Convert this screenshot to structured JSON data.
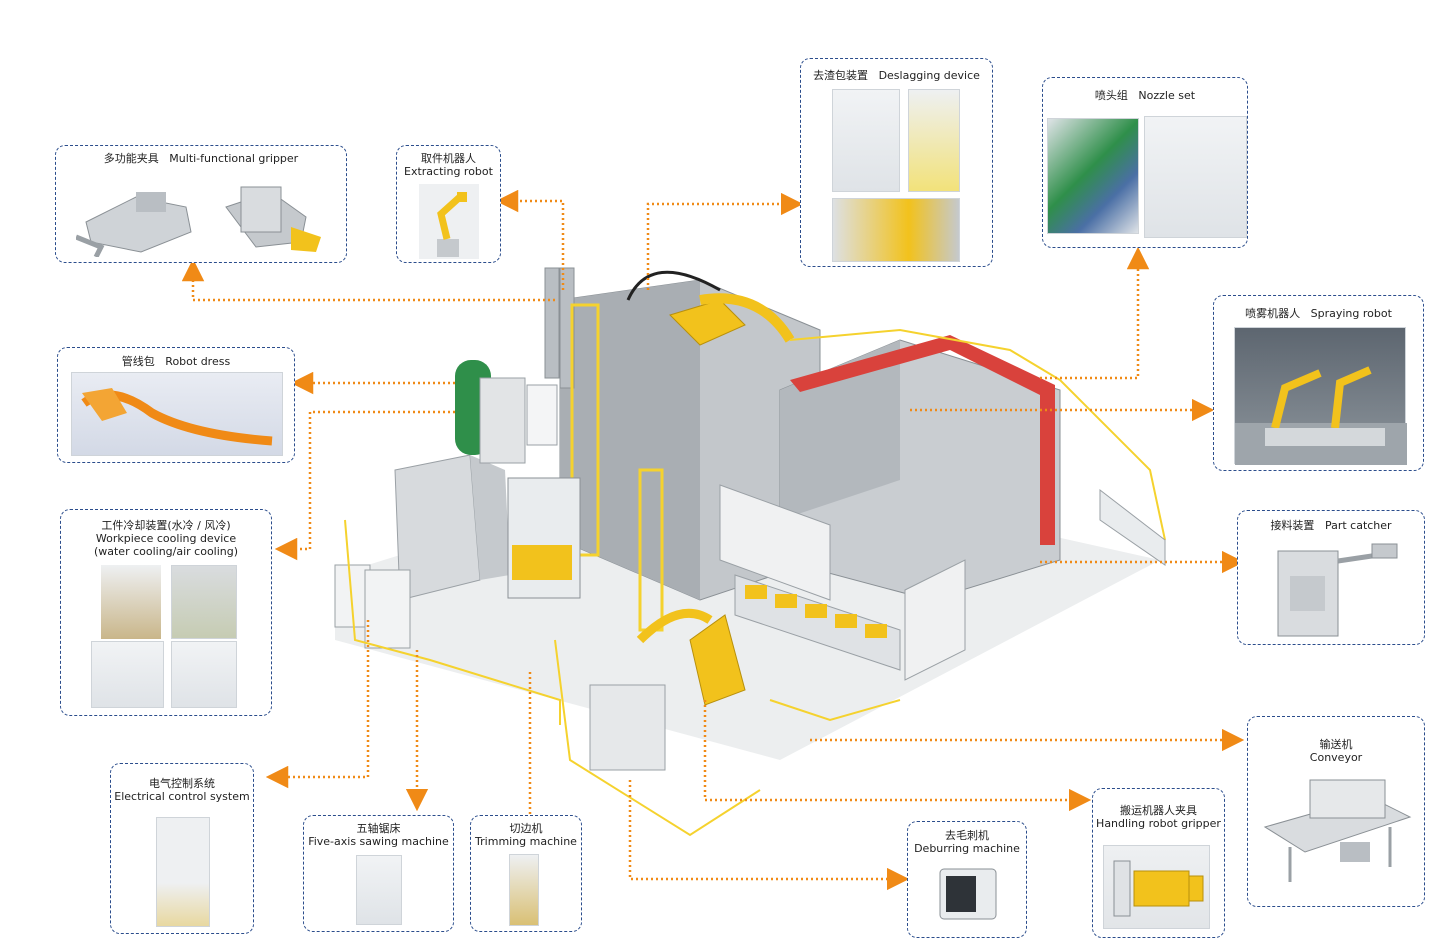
{
  "cards": {
    "multi_gripper": {
      "zh": "多功能夹具",
      "en": "Multi-functional gripper"
    },
    "extracting_robot": {
      "zh": "取件机器人",
      "en": "Extracting robot"
    },
    "deslagging": {
      "zh": "去渣包装置",
      "en": "Deslagging device"
    },
    "nozzle_set": {
      "zh": "喷头组",
      "en": "Nozzle set"
    },
    "robot_dress": {
      "zh": "管线包",
      "en": "Robot dress"
    },
    "spraying_robot": {
      "zh": "喷雾机器人",
      "en": "Spraying robot"
    },
    "cooling": {
      "zh": "工件冷却装置(水冷 / 风冷)",
      "en": "Workpiece cooling device",
      "en2": "(water cooling/air cooling)"
    },
    "part_catcher": {
      "zh": "接料装置",
      "en": "Part catcher"
    },
    "conveyor": {
      "zh": "输送机",
      "en": "Conveyor"
    },
    "electrical": {
      "zh": "电气控制系统",
      "en": "Electrical control system"
    },
    "sawing": {
      "zh": "五轴锯床",
      "en": "Five-axis sawing machine"
    },
    "trimming": {
      "zh": "切边机",
      "en": "Trimming machine"
    },
    "deburring": {
      "zh": "去毛刺机",
      "en": "Deburring machine"
    },
    "handling_gripper": {
      "zh": "搬运机器人夹具",
      "en": "Handling robot gripper"
    }
  },
  "colors": {
    "border": "#2b4d8c",
    "connector": "#f08a16",
    "robot_yellow": "#f2c21c",
    "fence_yellow": "#f5d22e",
    "machine_grey": "#b9bec3",
    "accent_red": "#d9423c",
    "tank_green": "#2f8f4a"
  }
}
